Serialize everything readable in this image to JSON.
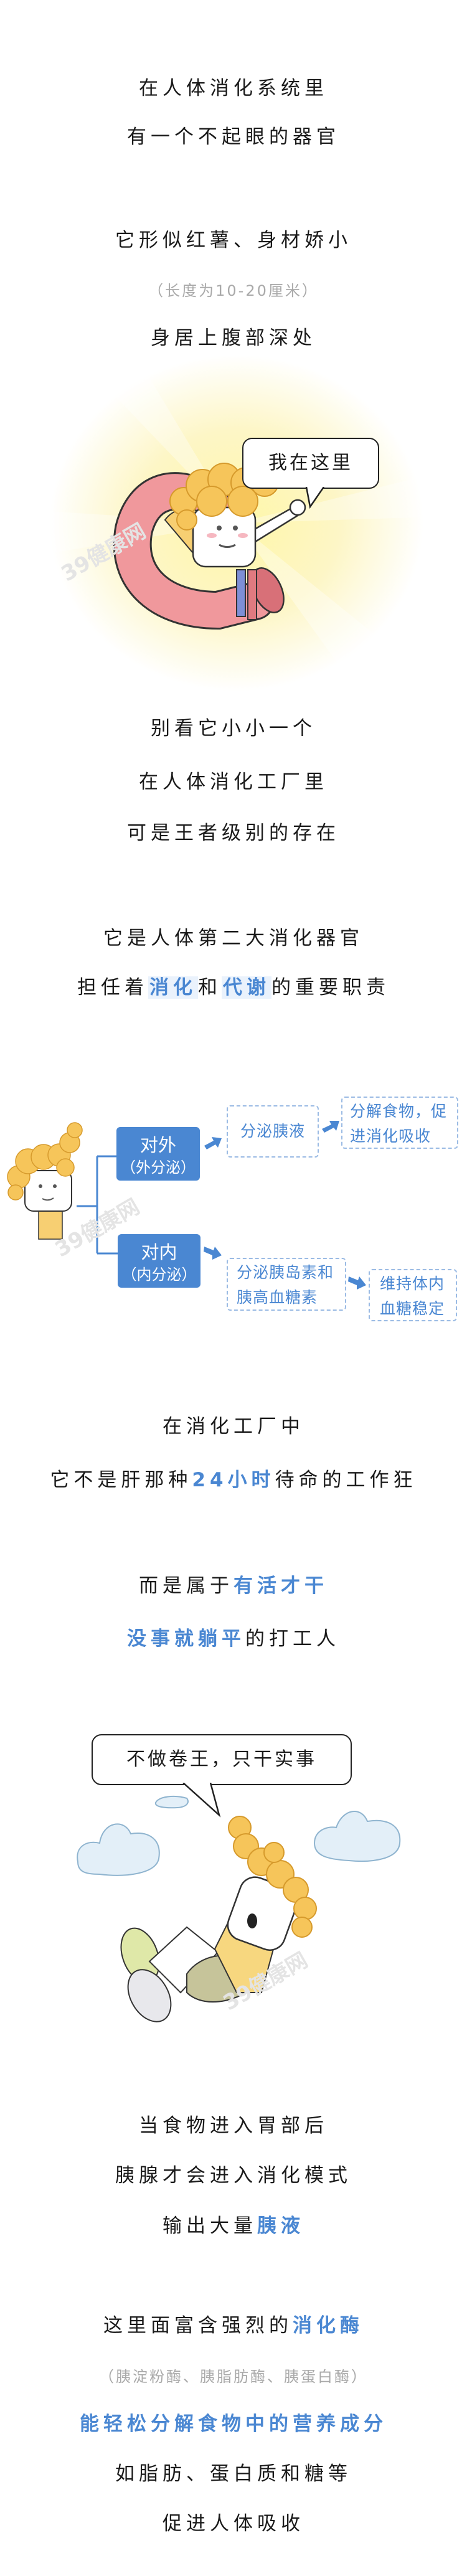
{
  "intro": {
    "l1": "在人体消化系统里",
    "l2": "有一个不起眼的器官",
    "l3": "它形似红薯、身材娇小",
    "l3_note": "（长度为10-20厘米）",
    "l4": "身居上腹部深处"
  },
  "illustration1": {
    "bubble": "我在这里",
    "watermark": "39健康网"
  },
  "section2": {
    "l1": "别看它小小一个",
    "l2": "在人体消化工厂里",
    "l3": "可是王者级别的存在"
  },
  "section3": {
    "l1": "它是人体第二大消化器官",
    "l2": {
      "a": "担任着",
      "b": "消化",
      "c": "和",
      "d": "代谢",
      "e": "的重要职责"
    }
  },
  "diagram": {
    "exocrine": {
      "title": "对外",
      "sub": "（外分泌）",
      "step1": "分泌胰液",
      "step2": "分解食物，促进消化吸收"
    },
    "endocrine": {
      "title": "对内",
      "sub": "（内分泌）",
      "step1": "分泌胰岛素和胰高血糖素",
      "step2": "维持体内血糖稳定"
    },
    "watermark": "39健康网"
  },
  "section4": {
    "l1": "在消化工厂中",
    "l2": {
      "a": "它不是肝那种",
      "b": "24小时",
      "c": "待命的工作狂"
    }
  },
  "section5": {
    "l1": {
      "a": "而是属于",
      "b": "有活才干"
    },
    "l2": {
      "a": "没事就躺平",
      "b": "的打工人"
    }
  },
  "illustration2": {
    "bubble": "不做卷王，只干实事",
    "watermark": "39健康网"
  },
  "section6": {
    "l1": "当食物进入胃部后",
    "l2": "胰腺才会进入消化模式",
    "l3": {
      "a": "输出大量",
      "b": "胰液"
    }
  },
  "section7": {
    "l1": {
      "a": "这里面富含强烈的",
      "b": "消化酶"
    },
    "note": "（胰淀粉酶、胰脂肪酶、胰蛋白酶）",
    "l2": "能轻松分解食物中的营养成分",
    "l3": "如脂肪、蛋白质和糖等",
    "l4": "促进人体吸收"
  },
  "colors": {
    "accent": "#4a87d2",
    "note": "#a9a9a9",
    "highlight_bg": "#eaf2fc"
  }
}
